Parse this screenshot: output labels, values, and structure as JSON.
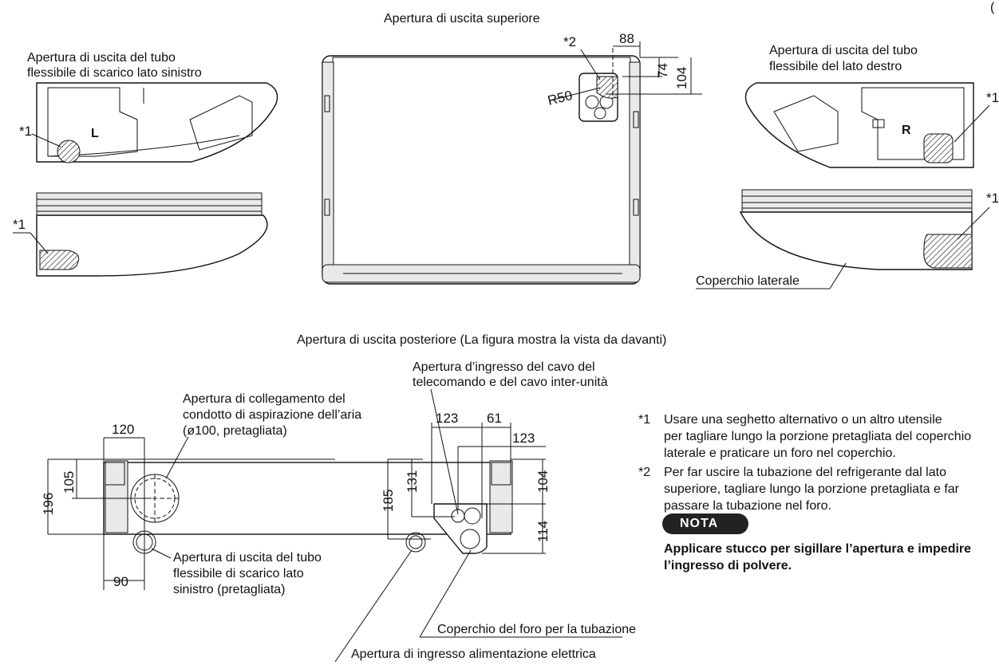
{
  "corner_mark": "(",
  "top": {
    "title": "Apertura di uscita superiore",
    "ref_2": "*2",
    "dim_88": "88",
    "dim_74": "74",
    "dim_104": "104",
    "radius": "R50"
  },
  "left": {
    "title_line1": "Apertura di uscita del tubo",
    "title_line2": "flessibile di scarico lato sinistro",
    "ref_a": "*1",
    "ref_b": "*1",
    "side_letter": "L"
  },
  "right": {
    "title_line1": "Apertura di uscita del tubo",
    "title_line2": "flessibile del lato destro",
    "ref_a": "*1",
    "ref_b": "*1",
    "side_letter": "R",
    "cover_label": "Coperchio laterale"
  },
  "rear": {
    "title": "Apertura di uscita posteriore (La figura mostra la vista da davanti)",
    "cable_line1": "Apertura d’ingresso del cavo del",
    "cable_line2": "telecomando e del cavo inter-unità",
    "duct_line1": "Apertura di collegamento del",
    "duct_line2": "condotto di aspirazione dell’aria",
    "duct_line3": "(ø100, pretagliata)",
    "drain_line1": "Apertura di uscita del tubo",
    "drain_line2": "flessibile di scarico lato",
    "drain_line3": "sinistro (pretagliata)",
    "pipe_cover": "Coperchio del foro per la tubazione",
    "power": "Apertura di ingresso alimentazione elettrica",
    "dims": {
      "d120": "120",
      "d105": "105",
      "d196": "196",
      "d90": "90",
      "d185": "185",
      "d131": "131",
      "d123a": "123",
      "d61": "61",
      "d123b": "123",
      "d104": "104",
      "d114": "114"
    }
  },
  "notes": {
    "n1_mark": "*1",
    "n1_line1": "Usare una seghetto alternativo o un altro utensile",
    "n1_line2": "per tagliare lungo la porzione pretagliata del coperchio",
    "n1_line3": "laterale e praticare un foro nel coperchio.",
    "n2_mark": "*2",
    "n2_line1": "Per far uscire la tubazione del refrigerante dal lato",
    "n2_line2": "superiore, tagliare lungo la porzione pretagliata e far",
    "n2_line3": "passare la tubazione nel foro.",
    "nota_label": "NOTA",
    "nota_line1": "Applicare stucco per sigillare l’apertura e impedire",
    "nota_line2": "l’ingresso di polvere."
  }
}
